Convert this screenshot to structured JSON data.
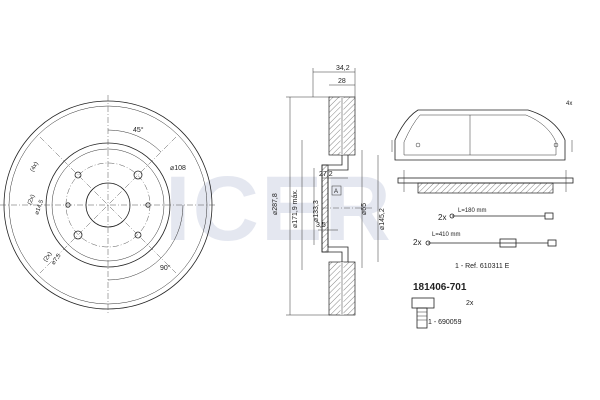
{
  "watermark": {
    "text": "ICER",
    "color": "#c9cfe2"
  },
  "front_view": {
    "angle_top": "45°",
    "angle_right": "90°",
    "pcd": "⌀108",
    "hole_a": "(4x)",
    "hole_b": "⌀14,5",
    "hole_c": "⌀7,5",
    "hole_d": "(2x)",
    "hole_e": "(2x)"
  },
  "section_view": {
    "total_thickness": "34,2",
    "width_28": "28",
    "outer_diameter": "⌀287,8",
    "min_thickness": "⌀171,9 máx.",
    "center_bore": "⌀133,3",
    "hub_diameter": "⌀65",
    "hat_diameter": "⌀145,2",
    "disc_thickness": "27,2",
    "datum_a": "A",
    "offset": "3,5"
  },
  "pads": {
    "count": "4x",
    "sensor_count_1": "2x",
    "sensor_len_1": "L=180 mm",
    "sensor_count_2": "2x",
    "sensor_len_2": "L=410 mm",
    "ref": "1 - Ref. 610311 E"
  },
  "kit": {
    "part_number": "181406-701",
    "bolt_count": "2x",
    "bolt_ref": "1 - 690059"
  }
}
